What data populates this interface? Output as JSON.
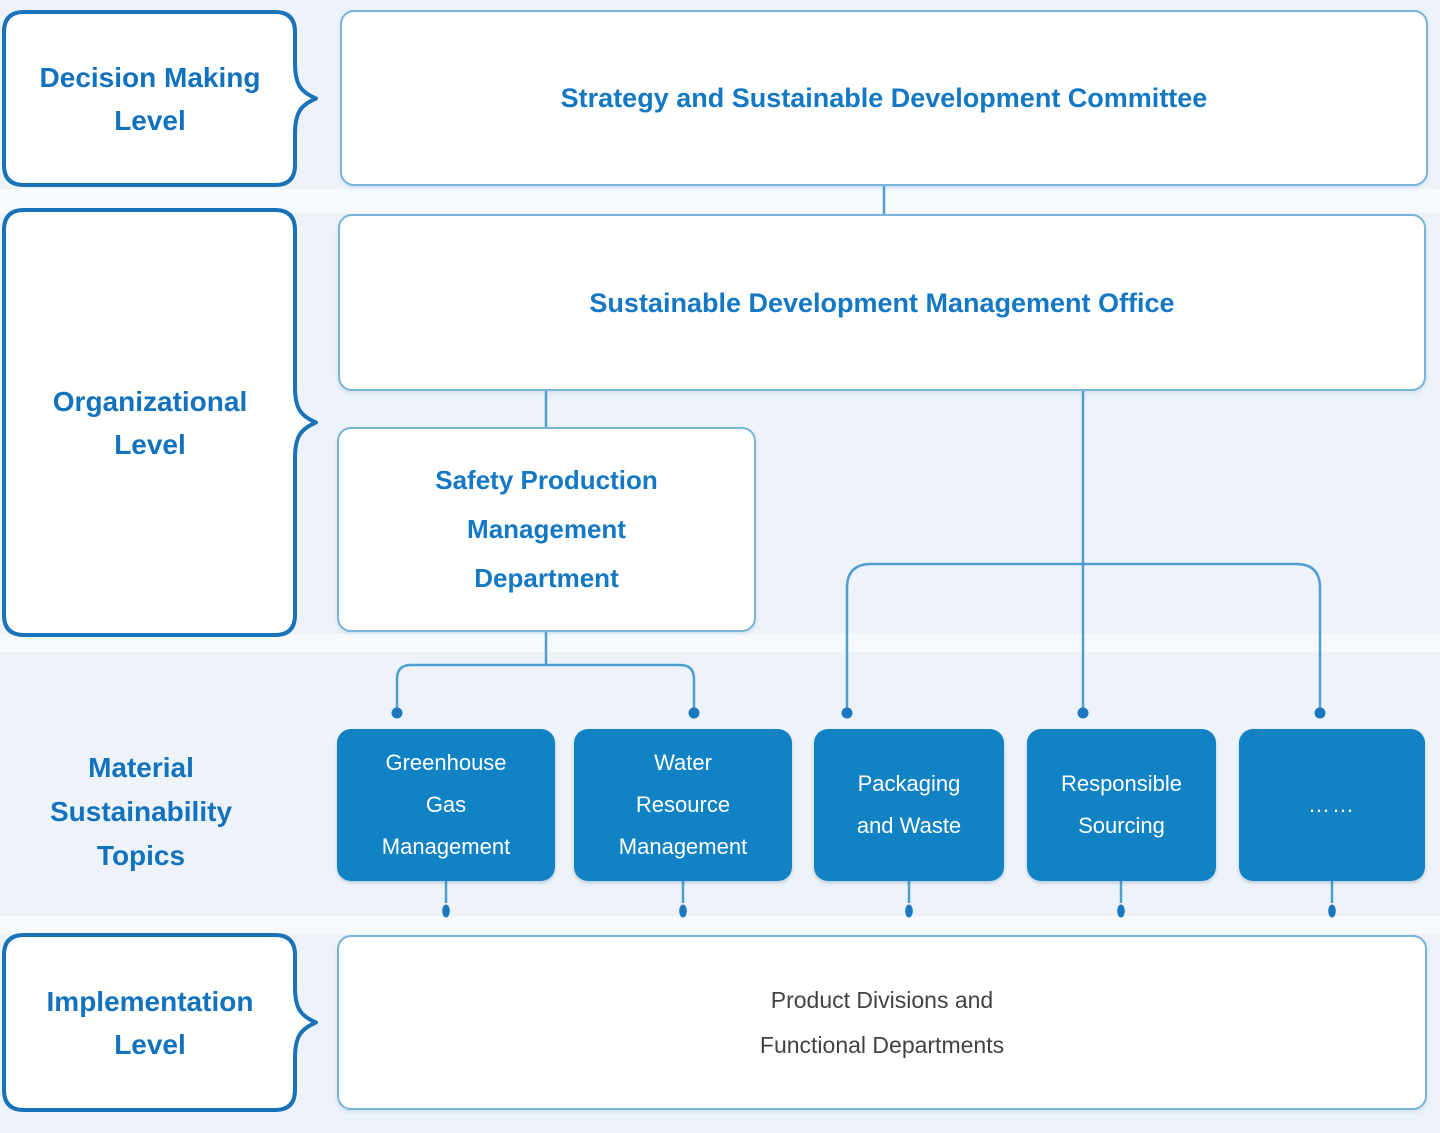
{
  "theme": {
    "background": "#edf3f9",
    "accent_blue": "#1478c4",
    "label_blue": "#1272bd",
    "topic_fill": "#1182c4",
    "box_border": "#79b3da",
    "brace_border": "#1a72b8",
    "connector": "#4f9ed3",
    "dot": "#1a77c0",
    "dark_text": "#3f4347"
  },
  "levels": {
    "decision": {
      "line1": "Decision Making",
      "line2": "Level"
    },
    "organizational": {
      "line1": "Organizational",
      "line2": "Level"
    },
    "material": {
      "line1": "Material",
      "line2": "Sustainability",
      "line3": "Topics"
    },
    "implementation": {
      "line1": "Implementation",
      "line2": "Level"
    }
  },
  "nodes": {
    "committee": {
      "label": "Strategy and Sustainable Development Committee"
    },
    "office": {
      "label": "Sustainable Development Management Office"
    },
    "safety_department": {
      "line1": "Safety Production",
      "line2": "Management",
      "line3": "Department"
    },
    "topics": [
      {
        "line1": "Greenhouse",
        "line2": "Gas",
        "line3": "Management"
      },
      {
        "line1": "Water",
        "line2": "Resource",
        "line3": "Management"
      },
      {
        "line1": "Packaging",
        "line2": "and Waste"
      },
      {
        "line1": "Responsible",
        "line2": "Sourcing"
      },
      {
        "line1": "……"
      }
    ],
    "implementation_box": {
      "line1": "Product Divisions and",
      "line2": "Functional Departments"
    }
  }
}
